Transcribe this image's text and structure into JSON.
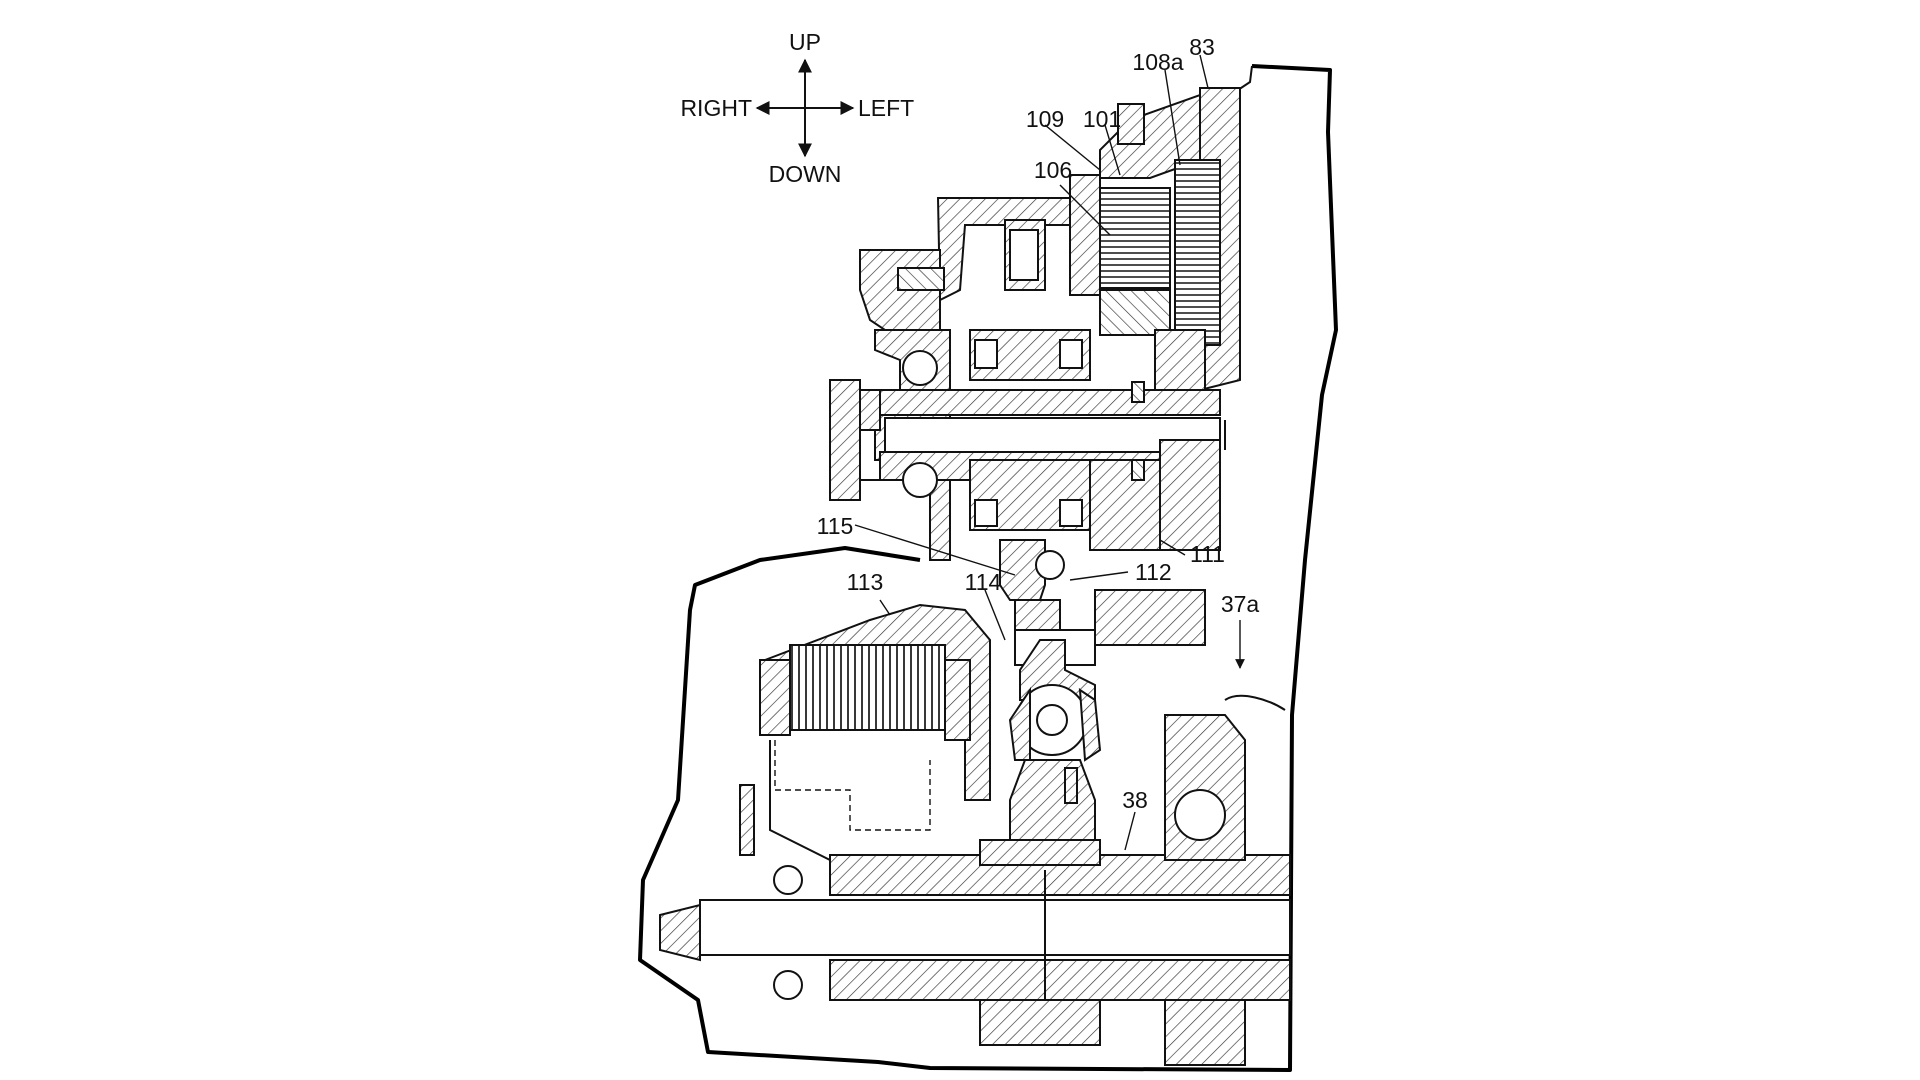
{
  "directions": {
    "up": "UP",
    "down": "DOWN",
    "left": "LEFT",
    "right": "RIGHT"
  },
  "labels": {
    "l83": "83",
    "l108a": "108a",
    "l109": "109",
    "l101": "101",
    "l106": "106",
    "l115": "115",
    "l111": "111",
    "l112": "112",
    "l113": "113",
    "l114": "114",
    "l37a": "37a",
    "l38": "38"
  }
}
